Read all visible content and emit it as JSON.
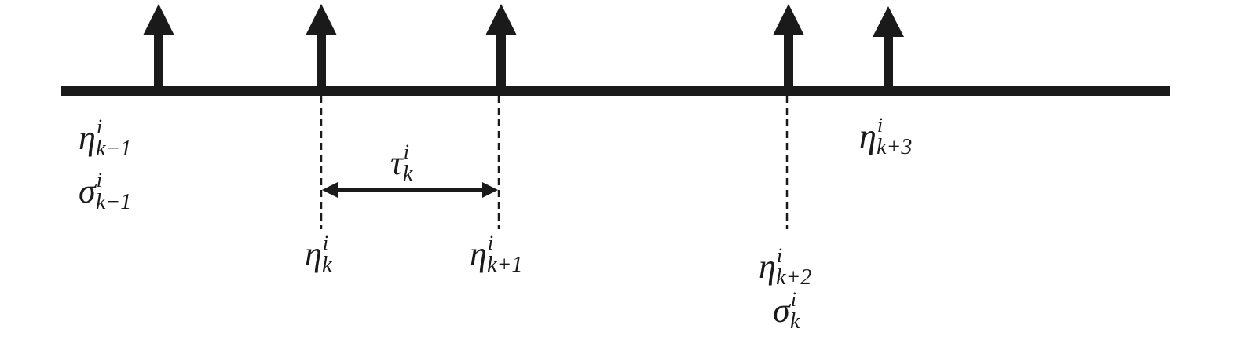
{
  "figure": {
    "timeline": "time-axis",
    "arrows": [
      "event-1",
      "event-2",
      "event-3",
      "event-4",
      "event-5"
    ]
  },
  "labels": {
    "eta_k_minus_1": {
      "base": "η",
      "sup": "i",
      "sub": "k−1"
    },
    "sigma_k_minus_1": {
      "base": "σ",
      "sup": "i",
      "sub": "k−1"
    },
    "tau_k": {
      "base": "τ",
      "sup": "i",
      "sub": "k"
    },
    "eta_k": {
      "base": "η",
      "sup": "i",
      "sub": "k"
    },
    "eta_k_plus_1": {
      "base": "η",
      "sup": "i",
      "sub": "k+1"
    },
    "eta_k_plus_2": {
      "base": "η",
      "sup": "i",
      "sub": "k+2"
    },
    "sigma_k": {
      "base": "σ",
      "sup": "i",
      "sub": "k"
    },
    "eta_k_plus_3": {
      "base": "η",
      "sup": "i",
      "sub": "k+3"
    }
  },
  "colors": {
    "stroke": "#1a1a1a",
    "background": "#ffffff"
  }
}
